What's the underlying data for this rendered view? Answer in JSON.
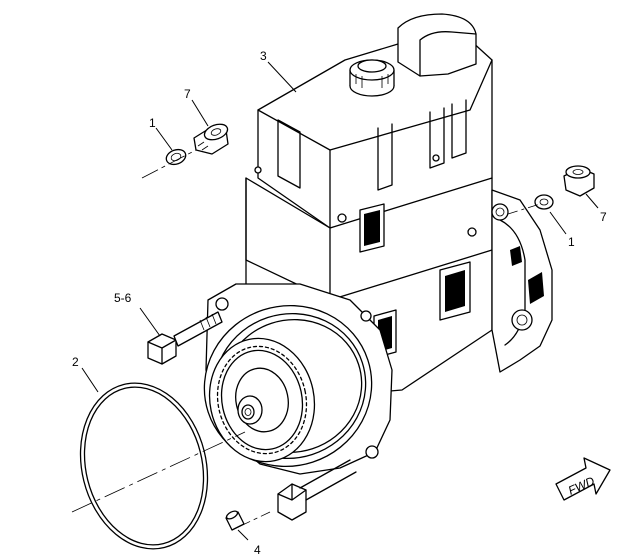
{
  "callouts": {
    "part_3": "3",
    "part_7_left": "7",
    "part_1_left": "1",
    "part_7_right": "7",
    "part_1_right": "1",
    "part_5_6": "5-6",
    "part_2": "2",
    "part_4": "4"
  },
  "direction_arrow": {
    "label": "FWD"
  }
}
